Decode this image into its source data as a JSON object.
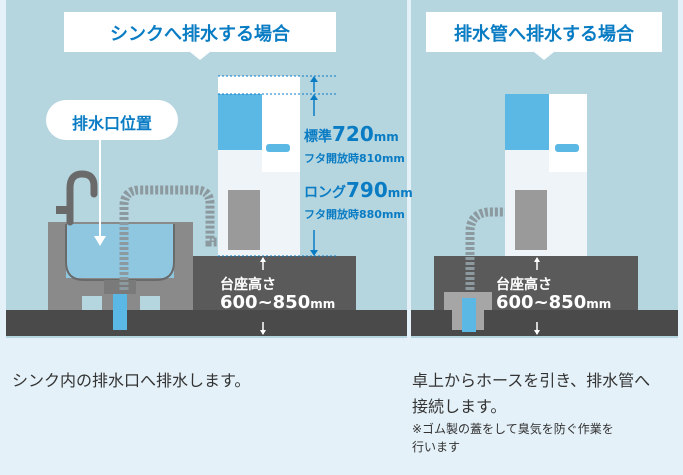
{
  "left_panel": {
    "title": "シンクへ排水する場合",
    "callout": "排水口位置",
    "standard_label": "標準",
    "standard_value": "720",
    "standard_unit": "mm",
    "standard_open": "フタ開放時810mm",
    "long_label": "ロング",
    "long_value": "790",
    "long_unit": "mm",
    "long_open": "フタ開放時880mm",
    "pedestal_label": "台座高さ",
    "pedestal_value": "600~850",
    "pedestal_unit": "mm",
    "description": "シンク内の排水口へ排水します。"
  },
  "right_panel": {
    "title": "排水管へ排水する場合",
    "pedestal_label": "台座高さ",
    "pedestal_value": "600~850",
    "pedestal_unit": "mm",
    "description_line1": "卓上からホースを引き、排水管へ",
    "description_line2": "接続します。",
    "note_line1": "※ゴム製の蓋をして臭気を防ぐ作業を",
    "note_line2": "行います"
  },
  "colors": {
    "background": "#e4f1f8",
    "scene": "#b5d5df",
    "accent_blue": "#0a7cc4",
    "water_blue": "#5bb8e4",
    "counter_dark": "#5a5a5a",
    "ground_dark": "#4a4a4a"
  }
}
